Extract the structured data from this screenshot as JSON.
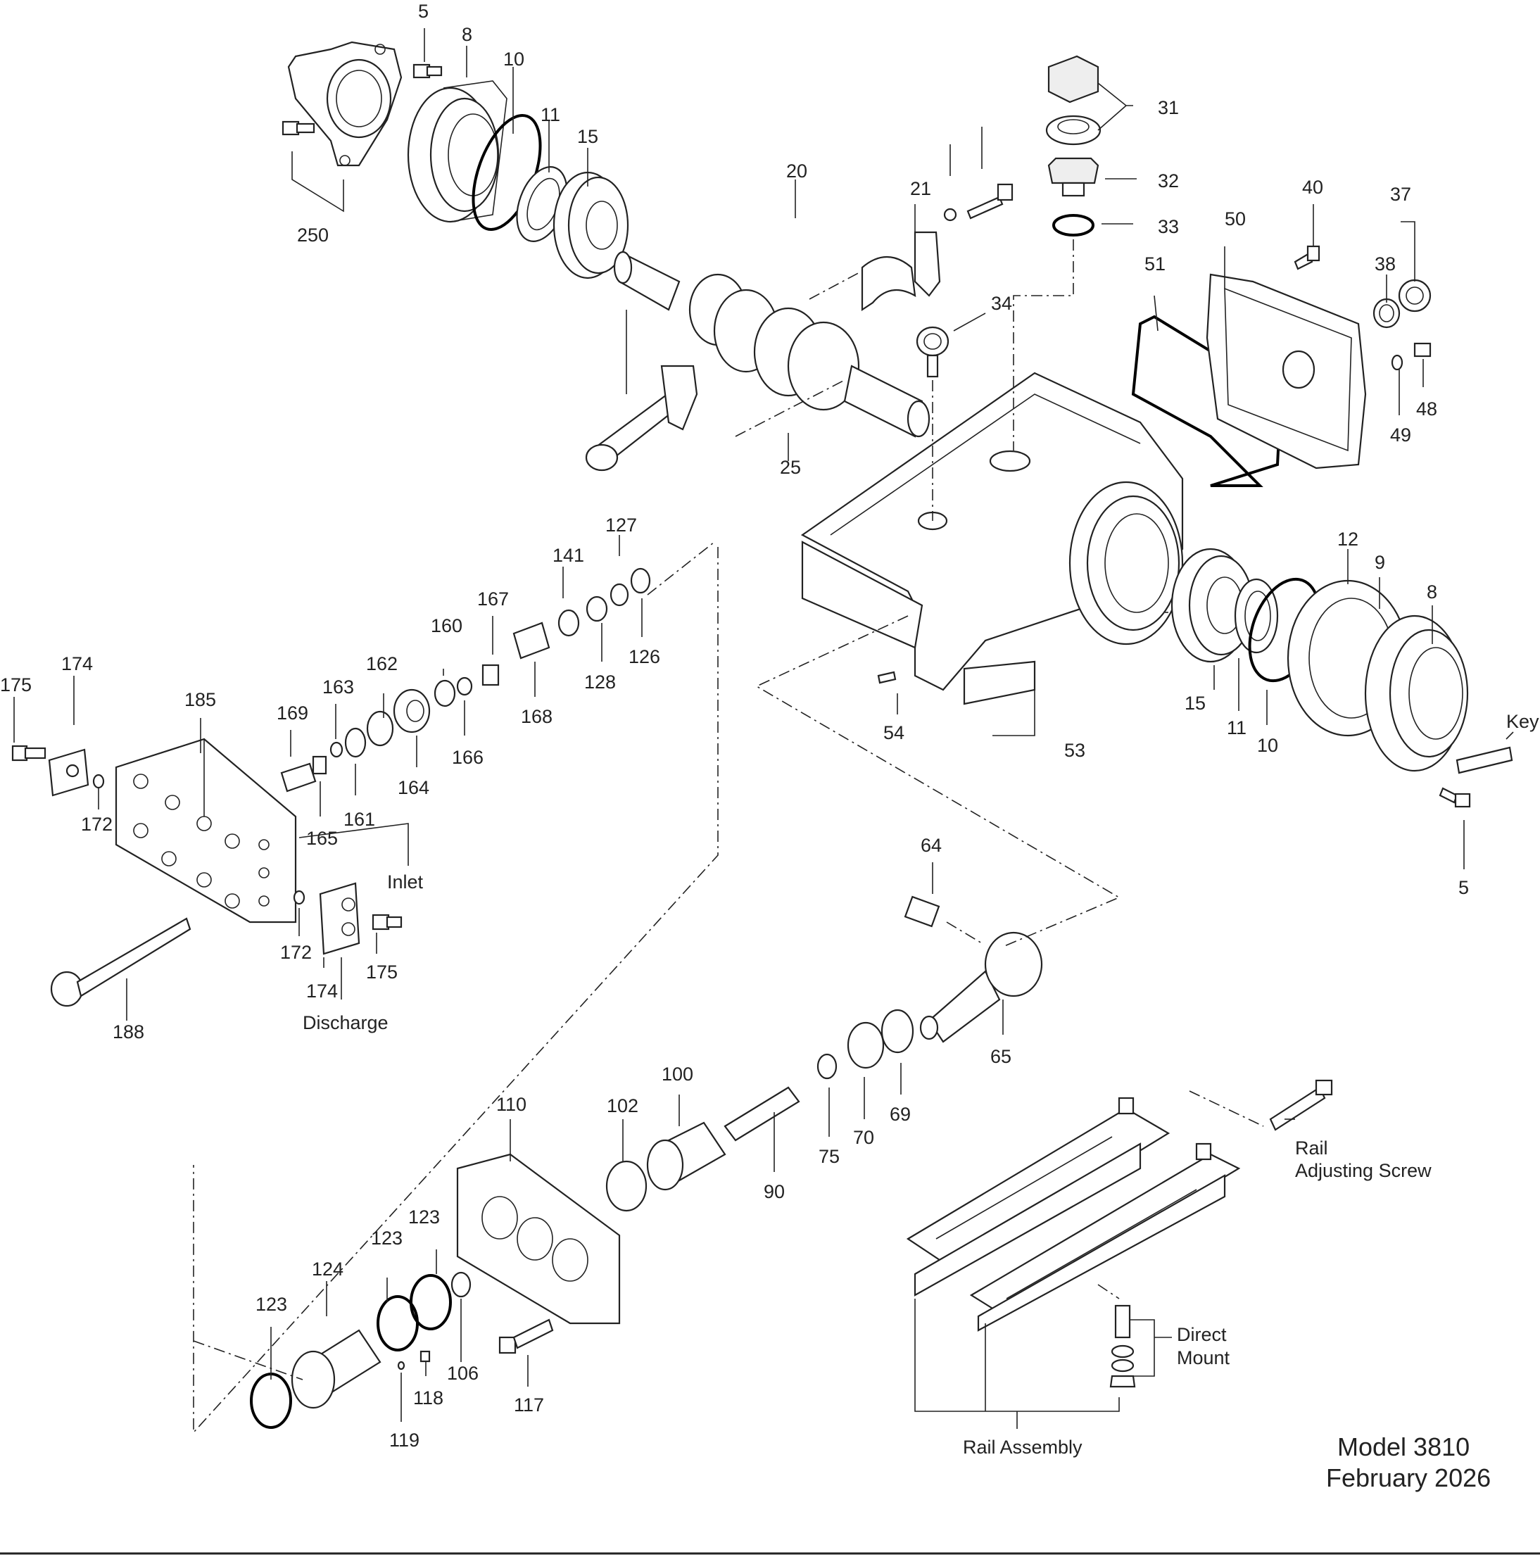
{
  "labels": {
    "l5a": "5",
    "l8a": "8",
    "l10a": "10",
    "l11a": "11",
    "l15a": "15",
    "l250": "250",
    "l20": "20",
    "l21": "21",
    "l25": "25",
    "l34": "34",
    "l31": "31",
    "l32": "32",
    "l33": "33",
    "l40": "40",
    "l50": "50",
    "l51": "51",
    "l37": "37",
    "l38": "38",
    "l48": "48",
    "l49": "49",
    "l12": "12",
    "l9": "9",
    "l8b": "8",
    "l15b": "15",
    "l11b": "11",
    "l10b": "10",
    "l53": "53",
    "l54": "54",
    "key": "Key",
    "l5b": "5",
    "l127": "127",
    "l141": "141",
    "l167": "167",
    "l160": "160",
    "l162": "162",
    "l163": "163",
    "l169": "169",
    "l126": "126",
    "l128": "128",
    "l168": "168",
    "l166": "166",
    "l164": "164",
    "l161": "161",
    "l165": "165",
    "l175a": "175",
    "l174a": "174",
    "l185": "185",
    "l172a": "172",
    "inlet": "Inlet",
    "l172b": "172",
    "l174b": "174",
    "l175b": "175",
    "discharge": "Discharge",
    "l188": "188",
    "l64": "64",
    "l65": "65",
    "l69": "69",
    "l70": "70",
    "l75": "75",
    "l90": "90",
    "l100": "100",
    "l102": "102",
    "l110": "110",
    "l123a": "123",
    "l123b": "123",
    "l123c": "123",
    "l124": "124",
    "l106": "106",
    "l117": "117",
    "l118": "118",
    "l119": "119",
    "rail_screw_1": "Rail",
    "rail_screw_2": "Adjusting Screw",
    "direct_1": "Direct",
    "direct_2": "Mount",
    "rail_assembly": "Rail Assembly"
  },
  "footer": {
    "model": "Model 3810",
    "date": "February 2026"
  }
}
